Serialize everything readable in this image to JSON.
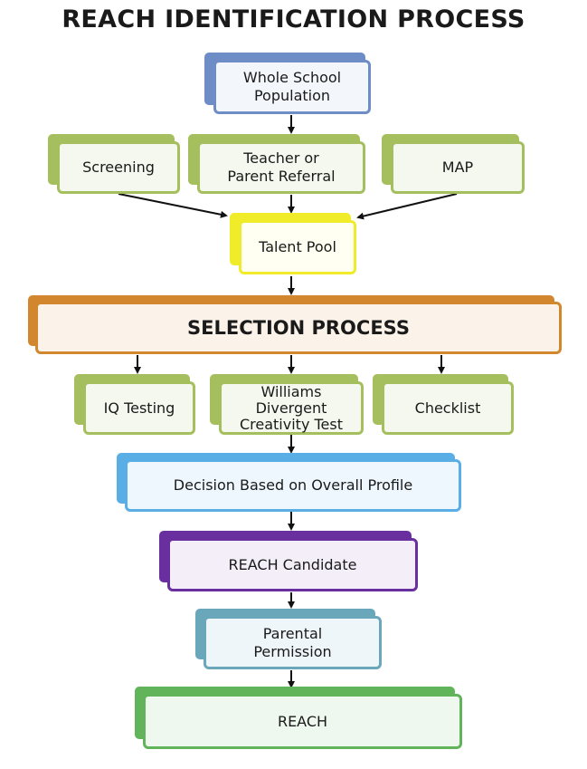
{
  "title": "REACH IDENTIFICATION PROCESS",
  "nodes": {
    "whole_school": {
      "line1": "Whole School",
      "line2": "Population"
    },
    "screening": {
      "label": "Screening"
    },
    "referral": {
      "line1": "Teacher or",
      "line2": "Parent Referral"
    },
    "map": {
      "label": "MAP"
    },
    "talent_pool": {
      "label": "Talent Pool"
    },
    "selection": {
      "label": "SELECTION PROCESS"
    },
    "iq": {
      "label": "IQ Testing"
    },
    "williams": {
      "line1": "Williams",
      "line2": "Divergent",
      "line3": "Creativity Test"
    },
    "checklist": {
      "label": "Checklist"
    },
    "decision": {
      "label": "Decision Based on Overall Profile"
    },
    "candidate": {
      "label": "REACH Candidate"
    },
    "permission": {
      "line1": "Parental",
      "line2": "Permission"
    },
    "reach": {
      "label": "REACH"
    }
  },
  "colors": {
    "population": "#6e8dc7",
    "sources": "#a6bf5e",
    "talent_pool": "#f0ec2a",
    "selection": "#d2862e",
    "decision": "#5aaee6",
    "candidate": "#6a2f9f",
    "permission": "#6ba7bb",
    "reach": "#62b45a"
  }
}
